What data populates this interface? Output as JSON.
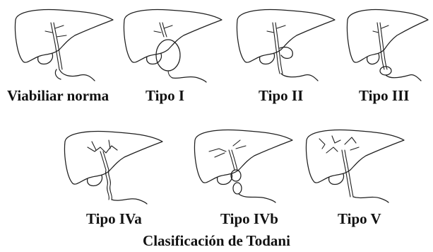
{
  "figure": {
    "caption": "Clasificación de Todani",
    "panels": [
      {
        "id": "normal",
        "label": "Viabiliar norma"
      },
      {
        "id": "tipo-i",
        "label": "Tipo I"
      },
      {
        "id": "tipo-ii",
        "label": "Tipo II"
      },
      {
        "id": "tipo-iii",
        "label": "Tipo III"
      },
      {
        "id": "tipo-iva",
        "label": "Tipo IVa"
      },
      {
        "id": "tipo-ivb",
        "label": "Tipo IVb"
      },
      {
        "id": "tipo-v",
        "label": "Tipo V"
      }
    ]
  }
}
